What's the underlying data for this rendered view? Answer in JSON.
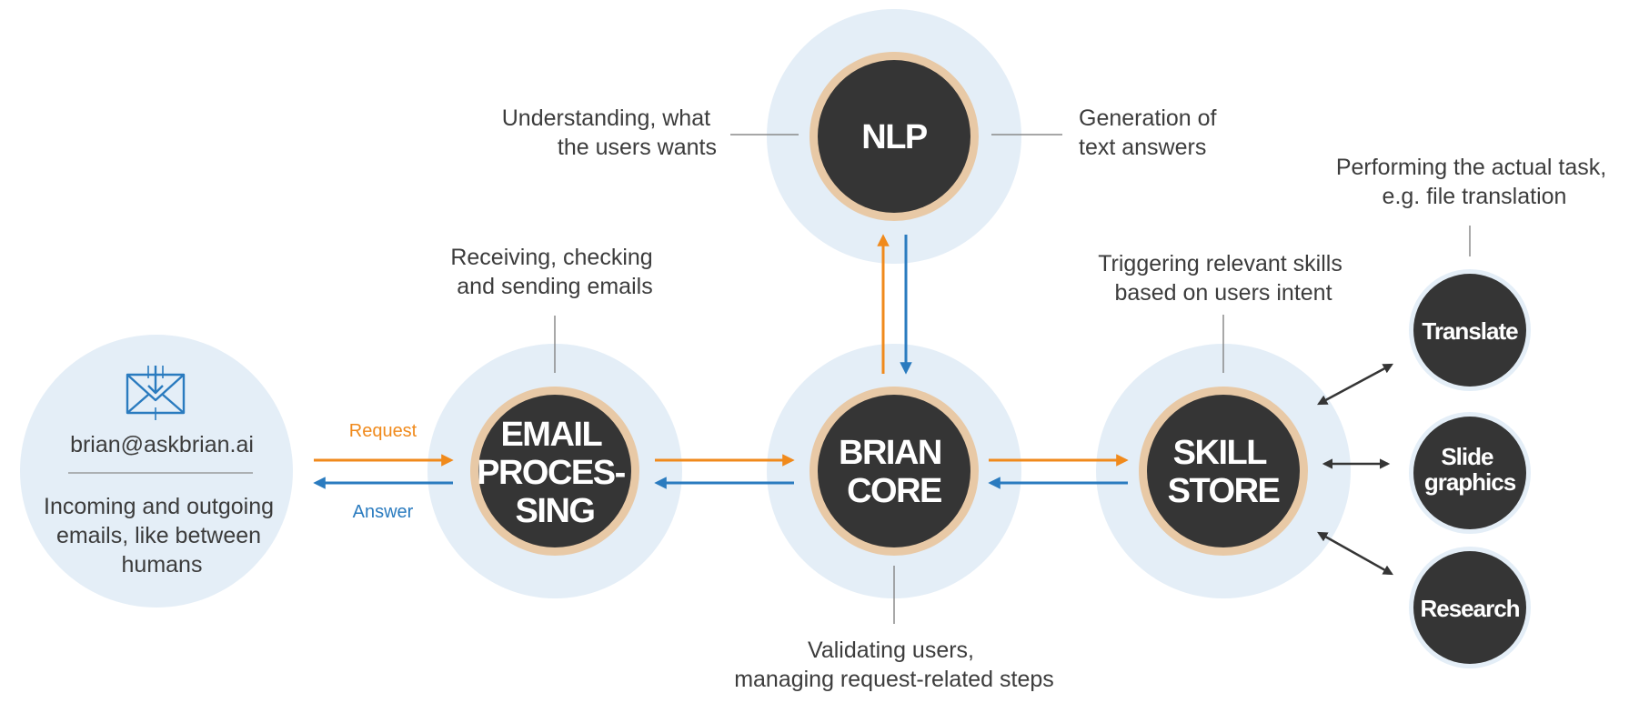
{
  "colors": {
    "halo": "#e4eef7",
    "ring": "#e8c9a6",
    "node": "#353535",
    "request": "#f08a1c",
    "answer": "#2a7bbf",
    "line": "#8a8a8a",
    "text": "#3c3c3c",
    "mail_icon": "#2a7bbf"
  },
  "icon": "mail-download-icon",
  "user": {
    "email": "brian@askbrian.ai",
    "description": [
      "Incoming and outgoing",
      "emails, like between",
      "humans"
    ]
  },
  "flow": {
    "request": "Request",
    "answer": "Answer"
  },
  "nodes": {
    "email": {
      "title": [
        "EMAIL",
        "PROCES-",
        "SING"
      ],
      "caption": [
        "Receiving, checking",
        "and sending emails"
      ]
    },
    "core": {
      "title": [
        "BRIAN",
        "CORE"
      ],
      "caption": [
        "Validating users,",
        "managing request-related steps"
      ]
    },
    "nlp": {
      "title": [
        "NLP"
      ],
      "caption_left": [
        "Understanding, what",
        "the users wants"
      ],
      "caption_right": [
        "Generation of",
        "text answers"
      ]
    },
    "store": {
      "title": [
        "SKILL",
        "STORE"
      ],
      "caption": [
        "Triggering relevant skills",
        "based on users intent"
      ]
    }
  },
  "skills": {
    "caption": [
      "Performing the actual task,",
      "e.g. file translation"
    ],
    "translate": [
      "Translate"
    ],
    "slide": [
      "Slide",
      "graphics"
    ],
    "research": [
      "Research"
    ]
  }
}
